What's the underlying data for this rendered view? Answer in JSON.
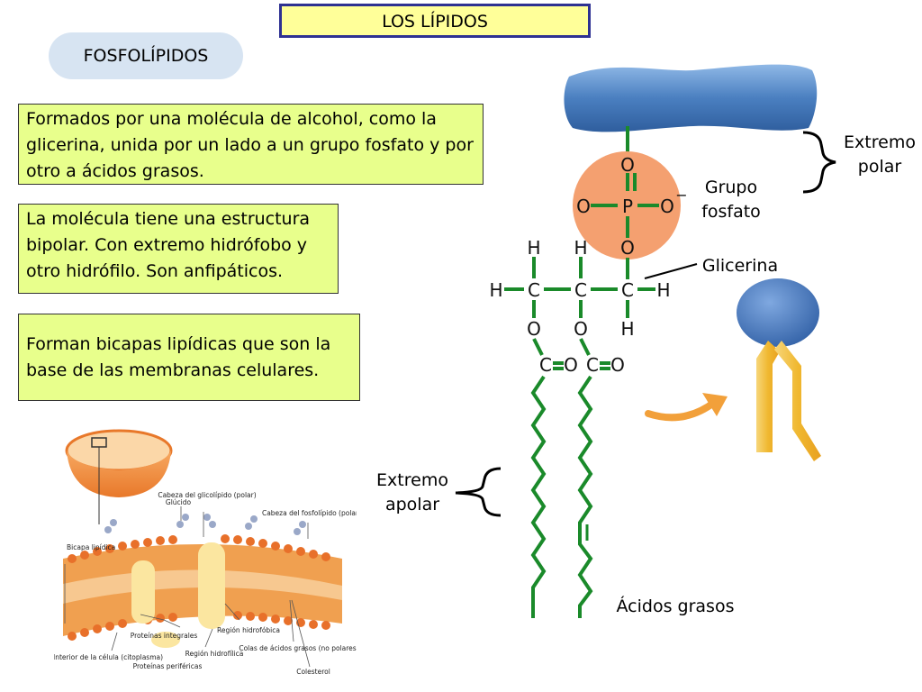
{
  "header": {
    "title": "LOS LÍPIDOS",
    "subtitle": "FOSFOLÍPIDOS"
  },
  "paragraphs": [
    "Formados por una molécula de alcohol, como la glicerina, unida por un lado a un grupo fosfato y por otro a ácidos grasos.",
    "La molécula tiene una estructura bipolar. Con extremo hidrófobo y otro hidrófilo. Son anfipáticos.",
    "Forman bicapas lipídicas que son la base de las membranas celulares."
  ],
  "labels": {
    "extremo_polar_1": "Extremo",
    "extremo_polar_2": "polar",
    "grupo_fosfato_1": "Grupo",
    "grupo_fosfato_2": "fosfato",
    "glicerina": "Glicerina",
    "extremo_apolar_1": "Extremo",
    "extremo_apolar_2": "apolar",
    "acidos_grasos": "Ácidos grasos"
  },
  "atoms": {
    "O": "O",
    "P": "P",
    "H": "H",
    "C": "C",
    "minus": "−"
  },
  "membrane": {
    "bicapa": "Bicapa lipídica",
    "cabeza_gluco": "Cabeza del glicolípido (polar)",
    "glucido": "Glúcido",
    "cabeza_fosfo": "Cabeza del fosfolípido (polar)",
    "proteinas_integrales": "Proteínas integrales",
    "region_hidrofobica": "Región hidrofóbica",
    "colas": "Colas de ácidos grasos (no polares)",
    "interior": "Interior de la célula (citoplasma)",
    "proteinas_perifericas": "Proteínas periféricas",
    "region_hidrofilica": "Región hidrofílica",
    "colesterol": "Colesterol"
  },
  "colors": {
    "title_bg": "#ffff99",
    "box_bg": "#e8ff8c",
    "head_blue": "#4a7fc0",
    "phosphate": "#f4a070",
    "bond_green": "#1a8a2a",
    "tail_yellow": "#f2c040"
  }
}
